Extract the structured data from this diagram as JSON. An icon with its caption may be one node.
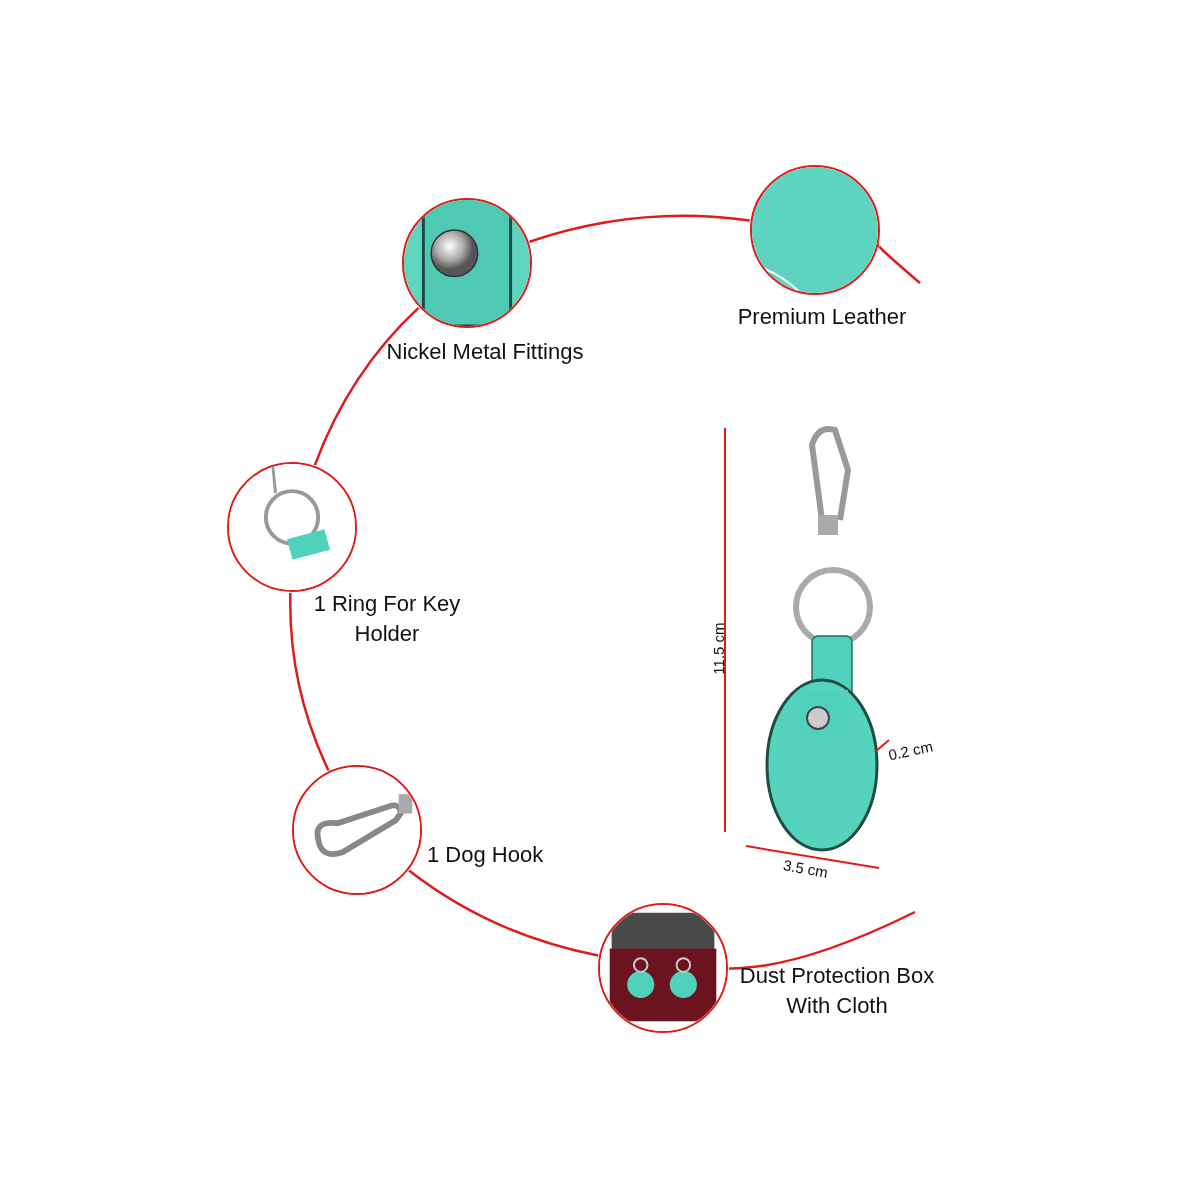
{
  "diagram": {
    "nodes": [
      {
        "text": [],
        "shape": "picture",
        "beside": [
          "Nickel Metal Fittings"
        ]
      },
      {
        "text": [],
        "shape": "picture",
        "beside": [
          "Premium Leather"
        ]
      },
      {
        "text": [],
        "shape": "picture",
        "beside": [
          "1 Ring For Key Holder"
        ]
      },
      {
        "text": [],
        "shape": "picture",
        "beside": [
          "1 Dog Hook"
        ]
      },
      {
        "text": [],
        "shape": "picture",
        "beside": [
          "Dust Protection Box With Cloth"
        ]
      }
    ],
    "edges": [
      {
        "from": null,
        "to": 1,
        "arrow": "none"
      },
      {
        "from": 1,
        "to": 0,
        "arrow": "none"
      },
      {
        "from": 0,
        "to": 2,
        "arrow": "none"
      },
      {
        "from": 2,
        "to": 3,
        "arrow": "none"
      },
      {
        "from": 3,
        "to": 4,
        "arrow": "none"
      },
      {
        "from": 4,
        "to": null,
        "arrow": "none"
      }
    ],
    "labels": [
      "11.5 cm",
      "0.2 cm",
      "3.5 cm"
    ]
  }
}
